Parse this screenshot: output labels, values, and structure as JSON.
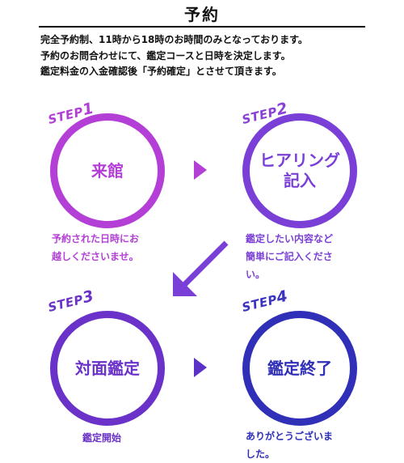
{
  "header": {
    "title": "予約"
  },
  "intro": {
    "lines": [
      "完全予約制、11時から18時のお時間のみとなっております。",
      "予約のお問合わせにて、鑑定コースと日時を決定します。",
      "鑑定料金の入金確認後「予約確定」とさせて頂きます。"
    ]
  },
  "steps": [
    {
      "label": "STEP",
      "number": "1",
      "title_lines": [
        "来館"
      ],
      "desc_lines": [
        "予約された日時にお",
        "越しくださいませ。"
      ],
      "color": "#b33fd6"
    },
    {
      "label": "STEP",
      "number": "2",
      "title_lines": [
        "ヒアリング",
        "記入"
      ],
      "desc_lines": [
        "鑑定したい内容など",
        "簡単にご記入くださ",
        "い。"
      ],
      "color": "#7a3fd6"
    },
    {
      "label": "STEP",
      "number": "3",
      "title_lines": [
        "対面鑑定"
      ],
      "desc_lines": [
        "鑑定開始"
      ],
      "color": "#6a32c8"
    },
    {
      "label": "STEP",
      "number": "4",
      "title_lines": [
        "鑑定終了"
      ],
      "desc_lines": [
        "ありがとうございま",
        "した。"
      ],
      "color": "#2f2fb8"
    }
  ],
  "arrows": {
    "right_color_top": "#b33fd6",
    "diagonal_color": "#7a3fd6",
    "right_color_bottom": "#5a32c8"
  }
}
